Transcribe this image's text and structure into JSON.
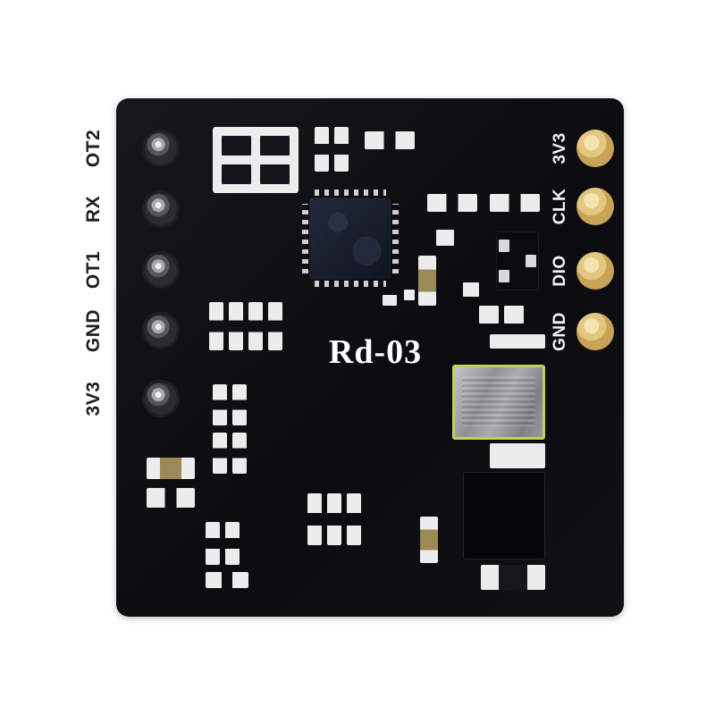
{
  "board": {
    "title": "Rd-03",
    "left_pins": [
      {
        "label": "OT2"
      },
      {
        "label": "RX"
      },
      {
        "label": "OT1"
      },
      {
        "label": "GND"
      },
      {
        "label": "3V3"
      }
    ],
    "right_pads": [
      {
        "label": "3V3"
      },
      {
        "label": "CLK"
      },
      {
        "label": "DIO"
      },
      {
        "label": "GND"
      }
    ],
    "colors": {
      "pcb": "#0f0f13",
      "smd_pad": "#ececec",
      "gold_pad": "#e4c77f",
      "silkscreen": "#ffffff",
      "shield_outline": "#c6cf56",
      "resistor_body": "#9c8a56",
      "background": "#ffffff"
    }
  }
}
